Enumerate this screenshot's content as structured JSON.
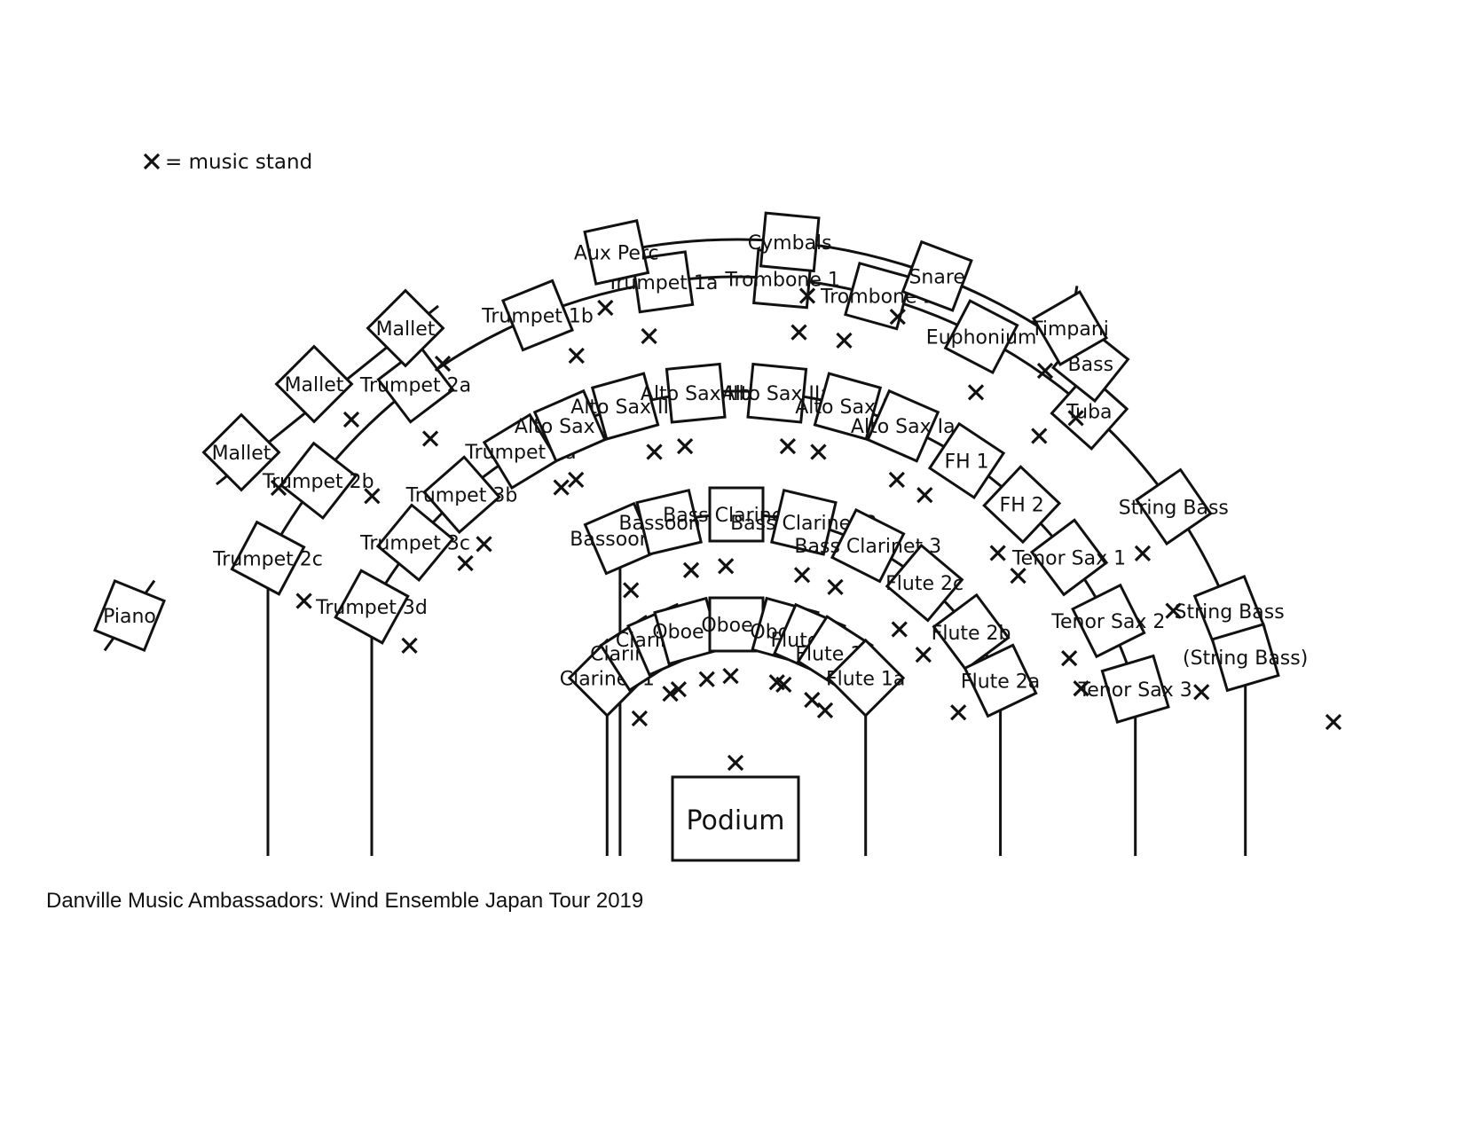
{
  "legend": {
    "text": "= music stand"
  },
  "caption": "Danville Music Ambassadors:  Wind Ensemble Japan Tour 2019",
  "podium": {
    "label": "Podium"
  },
  "rows": [
    {
      "id": "row1",
      "seats": [
        "Clarinet 1",
        "Clarinet 2",
        "Clarinet 3",
        "Oboe 1",
        "Oboe 2",
        "Oboe 3",
        "Flute 1c",
        "Flute 1b",
        "Flute 1a"
      ]
    },
    {
      "id": "row2",
      "seats": [
        "Bassoon 2",
        "Bassoon 1",
        "Bass Clarinet 1",
        "Bass Clarinet 2",
        "Bass Clarinet 3",
        "Flute 2c",
        "Flute 2b",
        "Flute 2a"
      ]
    },
    {
      "id": "row3",
      "seats": [
        "Trumpet 3d",
        "Trumpet 3c",
        "Trumpet 3b",
        "Trumpet 3a",
        "Alto Sax IId",
        "Alto Sax IIc",
        "Alto Sax IIb",
        "Alto Sax IIa",
        "Alto Sax Ib",
        "Alto Sax Ia",
        "FH 1",
        "FH 2",
        "Tenor Sax 1",
        "Tenor Sax 2",
        "Tenor Sax 3"
      ]
    },
    {
      "id": "row4",
      "seats": [
        "Trumpet 2c",
        "Trumpet 2b",
        "Trumpet 2a",
        "Trumpet 1b",
        "Trumpet 1a",
        "Trombone 1",
        "Trombone 2",
        "Euphonium",
        "Tuba",
        "String Bass",
        "String Bass",
        "(String Bass)"
      ]
    },
    {
      "id": "percussion",
      "seats": [
        "Aux Perc",
        "Cymbals",
        "Snare",
        "Bass"
      ]
    },
    {
      "id": "mallets",
      "seats": [
        "Mallet",
        "Mallet",
        "Mallet"
      ]
    },
    {
      "id": "extras",
      "seats": [
        "Piano",
        "Timpani"
      ]
    }
  ]
}
